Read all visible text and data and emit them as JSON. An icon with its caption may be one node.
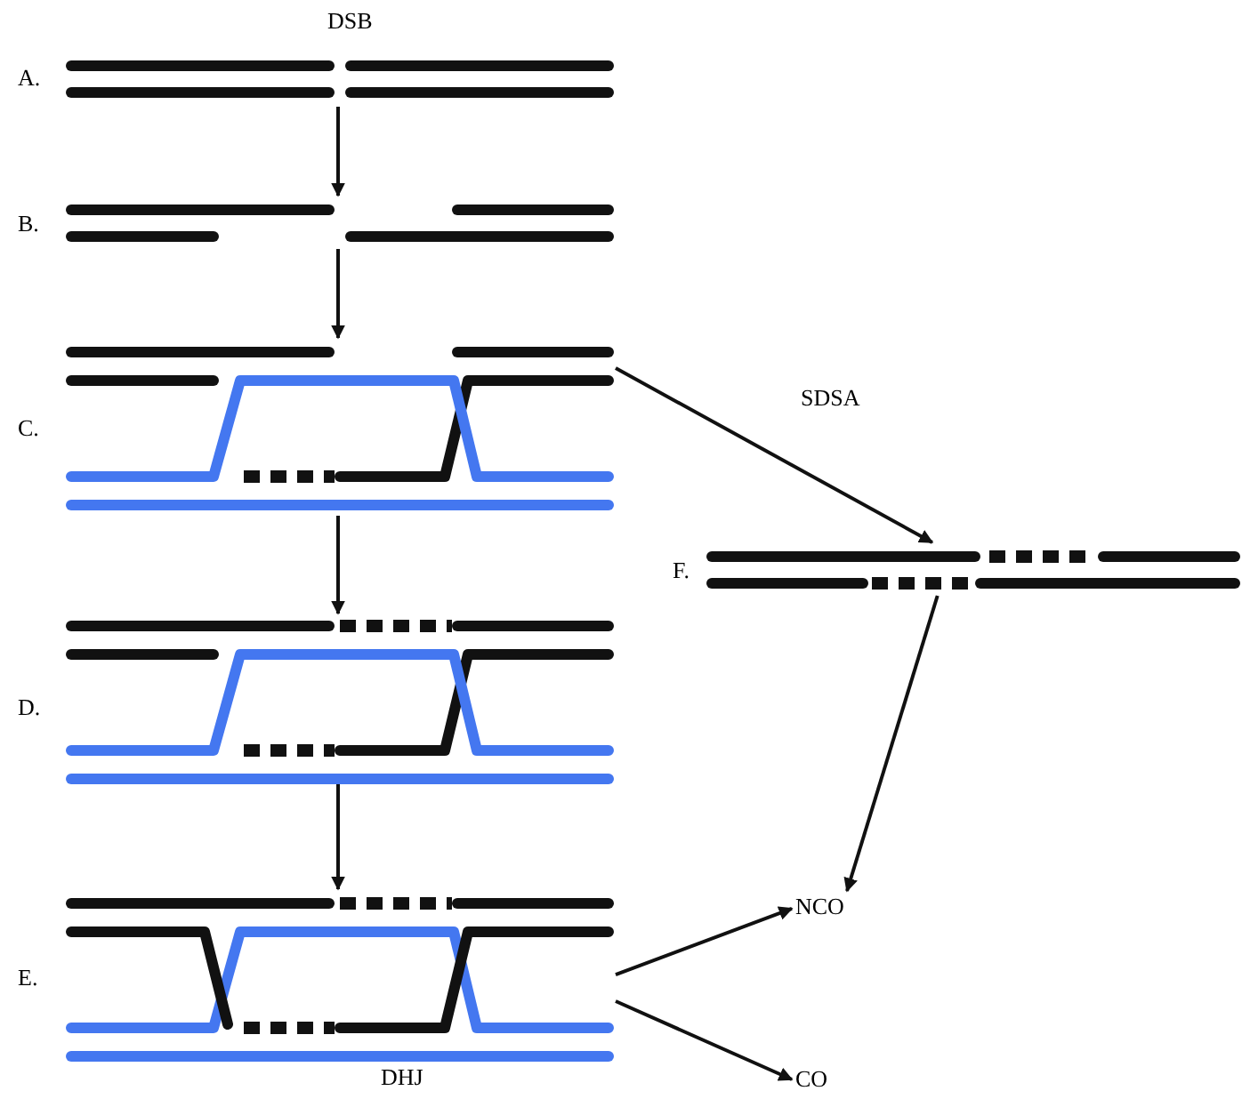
{
  "diagram": {
    "nodes": [
      {
        "text": [
          "A."
        ],
        "beside": [
          "DSB"
        ]
      },
      {
        "text": [
          "B."
        ]
      },
      {
        "text": [
          "C."
        ]
      },
      {
        "text": [
          "D."
        ]
      },
      {
        "text": [
          "E."
        ],
        "beside": [
          "DHJ"
        ]
      },
      {
        "text": [
          "F."
        ]
      },
      {
        "text": [
          "NCO"
        ]
      },
      {
        "text": [
          "CO"
        ]
      }
    ],
    "edges": [
      {
        "from": 0,
        "to": 1,
        "arrow": "to"
      },
      {
        "from": 1,
        "to": 2,
        "arrow": "to"
      },
      {
        "from": 2,
        "to": 3,
        "arrow": "to"
      },
      {
        "from": 3,
        "to": 4,
        "arrow": "to"
      },
      {
        "from": 2,
        "to": 5,
        "label": "SDSA",
        "arrow": "to"
      },
      {
        "from": 5,
        "to": 6,
        "arrow": "to"
      },
      {
        "from": 4,
        "to": 6,
        "arrow": "to"
      },
      {
        "from": 4,
        "to": 7,
        "arrow": "to"
      }
    ]
  }
}
